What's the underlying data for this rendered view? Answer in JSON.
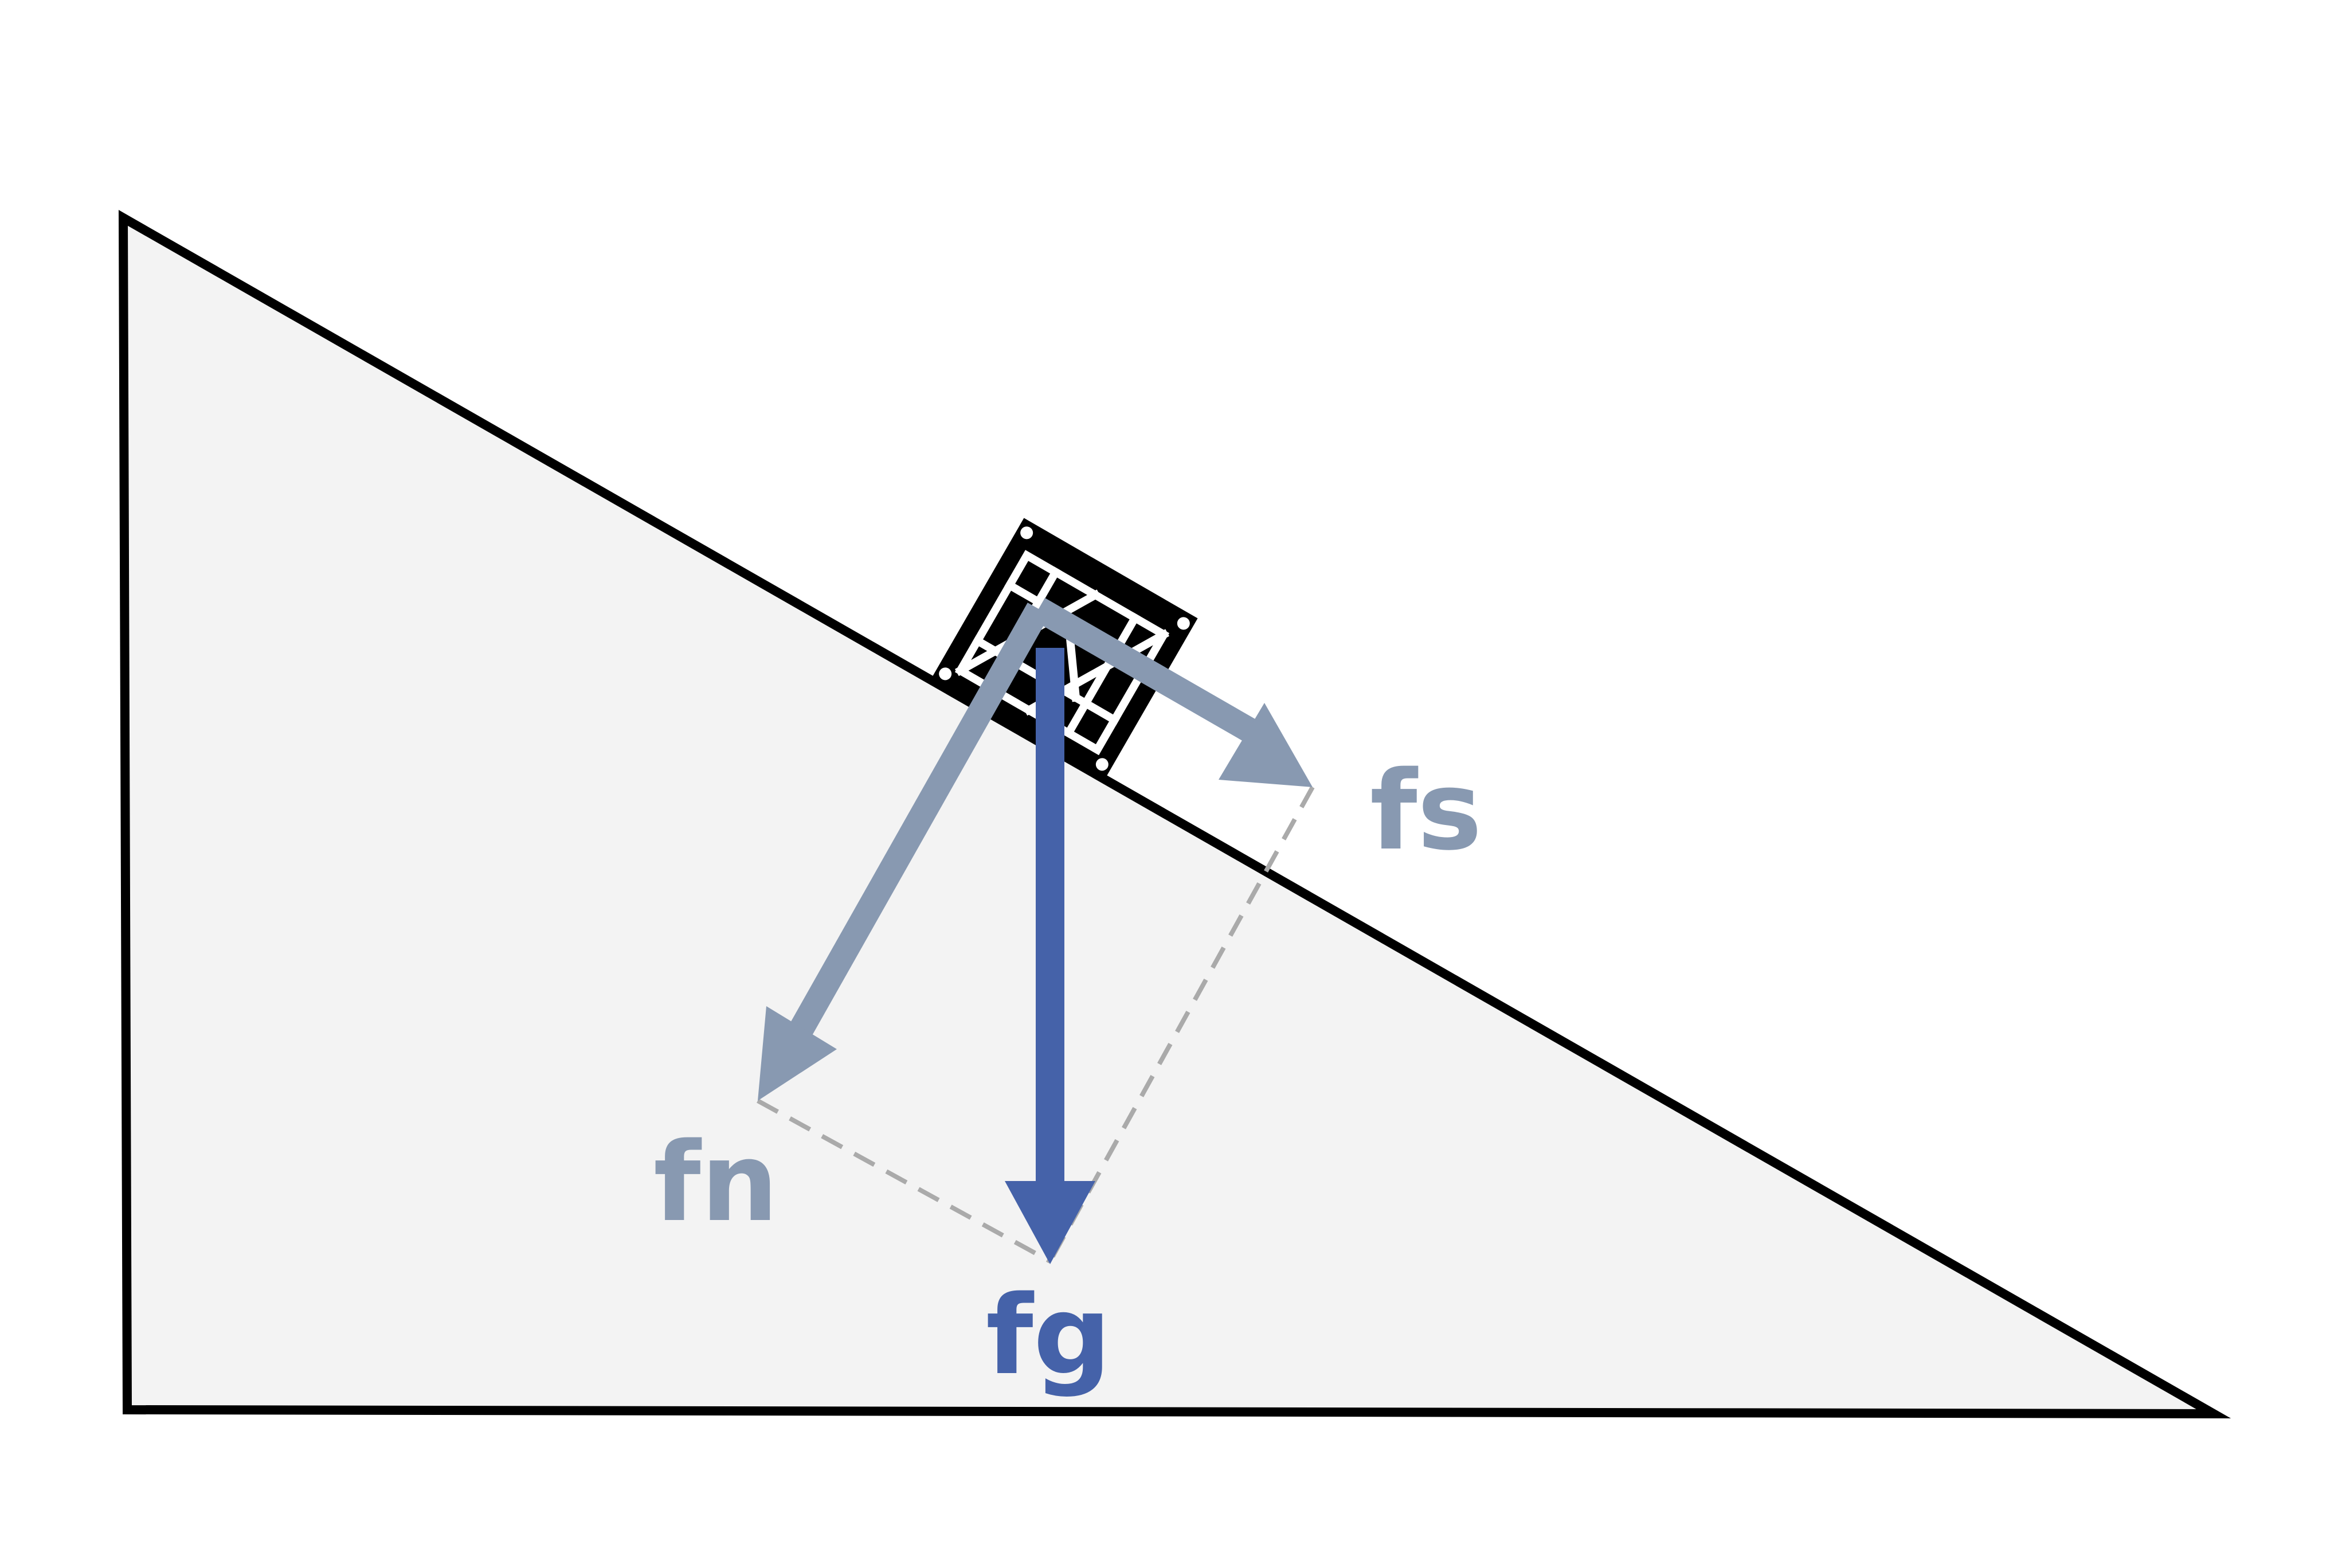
{
  "colors": {
    "background": "#ffffff",
    "incline_fill": "#f3f3f3",
    "incline_stroke": "#000000",
    "component_force": "#8899b1",
    "gravity_force": "#4562a9",
    "construction_line": "#aaaaaa",
    "crate": "#000000"
  },
  "labels": {
    "fs": "fs",
    "fn": "fn",
    "fg": "fg"
  },
  "icons": {
    "crate": "wooden-crate-icon"
  }
}
